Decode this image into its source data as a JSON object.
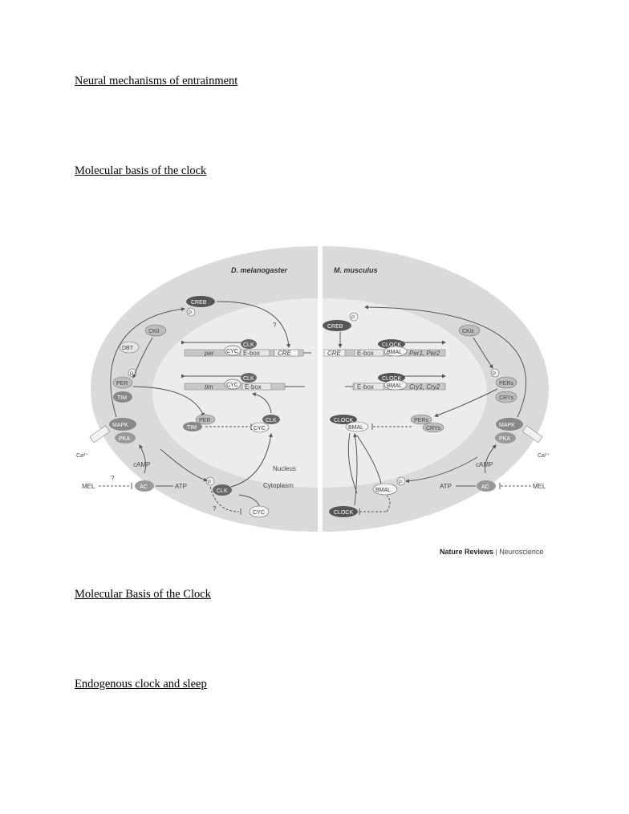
{
  "headings": {
    "h1": "Neural mechanisms of entrainment",
    "h2": "Molecular basis of the clock",
    "h3": "Molecular Basis of the Clock",
    "h4": "Endogenous clock and sleep"
  },
  "figure": {
    "left_title": "D. melanogaster",
    "right_title": "M. musculus",
    "credit_bold": "Nature Reviews",
    "credit_sep": " | ",
    "credit_light": "Neuroscience",
    "left": {
      "creb": "CREB",
      "p": "P",
      "ckii": "CKII",
      "dbt": "DBT",
      "per": "PER",
      "tim": "TIM",
      "mapk": "MAPK",
      "pka": "PKA",
      "ca": "Ca²⁺",
      "camp": "cAMP",
      "mel": "MEL",
      "q": "?",
      "ac": "AC",
      "atp": "ATP",
      "clk": "CLK",
      "cyc": "CYC",
      "gene_per": "per",
      "gene_tim": "tim",
      "ebox": "E-box",
      "cre": "CRE",
      "nucleus": "Nucleus",
      "cytoplasm": "Cytoplasm"
    },
    "right": {
      "creb": "CREB",
      "p": "P",
      "ckie": "CKIε",
      "clock": "CLOCK",
      "bmal": "BMAL",
      "cre": "CRE",
      "ebox": "E-box",
      "gene_per": "Per1, Per2",
      "gene_cry": "Cry1, Cry2",
      "pers": "PERs",
      "crys": "CRYs",
      "mapk": "MAPK",
      "pka": "PKA",
      "ca": "Ca²⁺",
      "camp": "cAMP",
      "atp": "ATP",
      "ac": "AC",
      "mel": "MEL"
    }
  }
}
